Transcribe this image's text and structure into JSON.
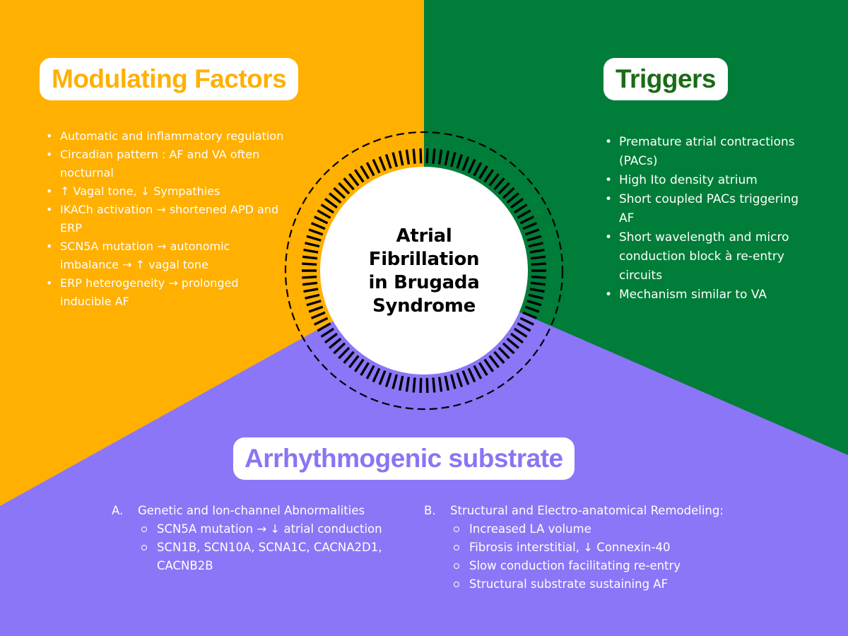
{
  "colors": {
    "modulating": "#ffb000",
    "triggers": "#007d38",
    "substrate": "#8b76f7",
    "triggers_title": "#1b6b14",
    "substrate_title": "#8b74f4"
  },
  "center": {
    "lines": [
      "Atrial",
      "Fibrillation",
      "in Brugada",
      "Syndrome"
    ]
  },
  "modulating": {
    "title": "Modulating Factors",
    "items": [
      "Automatic and inflammatory regulation",
      "Circadian pattern : AF and VA often nocturnal",
      "↑ Vagal tone, ↓ Sympathies",
      "IKACh activation → shortened APD and ERP",
      "SCN5A mutation → autonomic imbalance → ↑ vagal tone",
      "ERP heterogeneity → prolonged inducible AF"
    ]
  },
  "triggers": {
    "title": "Triggers",
    "items": [
      "Premature atrial contractions (PACs)",
      "High Ito density atrium",
      "Short coupled PACs triggering AF",
      "Short wavelength and micro conduction block à re-entry circuits",
      "Mechanism similar to VA"
    ]
  },
  "substrate": {
    "title": "Arrhythmogenic substrate",
    "sections": [
      {
        "letter": "A.",
        "heading": "Genetic and Ion-channel Abnormalities",
        "items": [
          "SCN5A mutation → ↓ atrial conduction",
          "SCN1B, SCN10A, SCNA1C, CACNA2D1, CACNB2B"
        ]
      },
      {
        "letter": "B.",
        "heading": "Structural and Electro-anatomical Remodeling:",
        "items": [
          "Increased LA volume",
          "Fibrosis interstitial, ↓ Connexin-40",
          "Slow conduction facilitating re-entry",
          "Structural substrate sustaining AF"
        ]
      }
    ]
  }
}
